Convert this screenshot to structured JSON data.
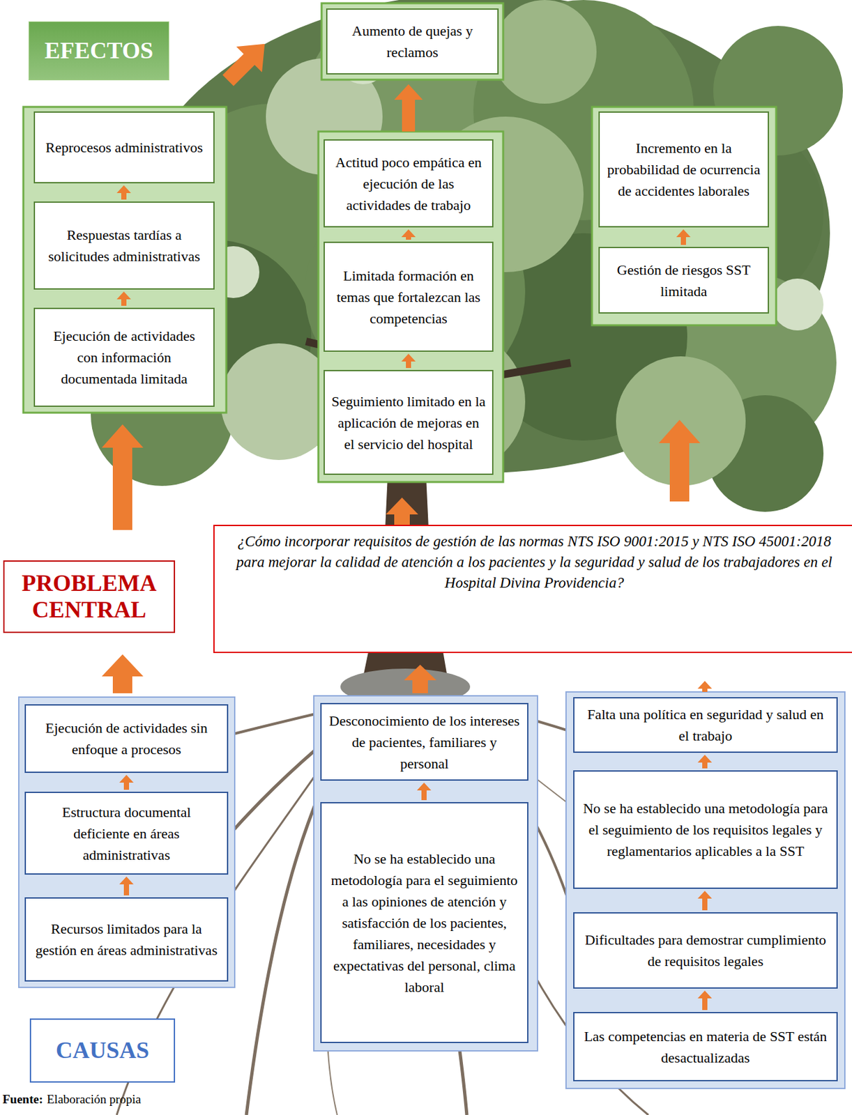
{
  "diagram": {
    "nodes": [
      {
        "text": [
          "EFECTOS"
        ]
      },
      {
        "text": [
          "Aumento de quejas y reclamos"
        ]
      },
      {
        "text": [
          "Reprocesos administrativos"
        ]
      },
      {
        "text": [
          "Respuestas tardías a solicitudes administrativas"
        ]
      },
      {
        "text": [
          "Ejecución de actividades con información documentada limitada"
        ]
      },
      {
        "text": [
          "Actitud poco empática en ejecución de las actividades de trabajo"
        ]
      },
      {
        "text": [
          "Limitada formación en temas que fortalezcan las competencias"
        ]
      },
      {
        "text": [
          "Seguimiento limitado en la aplicación de mejoras en el servicio del hospital"
        ]
      },
      {
        "text": [
          "Incremento en la probabilidad de ocurrencia de accidentes laborales"
        ]
      },
      {
        "text": [
          "Gestión de riesgos SST limitada"
        ]
      },
      {
        "text": [
          "PROBLEMA CENTRAL"
        ]
      },
      {
        "text": [
          "¿Cómo incorporar requisitos de gestión de las normas NTS ISO 9001:2015 y NTS ISO 45001:2018 para mejorar la calidad de atención a los pacientes y la seguridad y salud de los trabajadores en el Hospital Divina Providencia?"
        ]
      },
      {
        "text": [
          "Ejecución de actividades sin enfoque a procesos"
        ]
      },
      {
        "text": [
          "Estructura documental deficiente en áreas administrativas"
        ]
      },
      {
        "text": [
          "Recursos limitados para la gestión en áreas administrativas"
        ]
      },
      {
        "text": [
          "Desconocimiento de los intereses de pacientes, familiares y personal"
        ]
      },
      {
        "text": [
          "No se ha establecido una metodología para el seguimiento a las opiniones de atención y satisfacción de los pacientes, familiares, necesidades y expectativas del personal, clima laboral"
        ]
      },
      {
        "text": [
          "Falta una política en seguridad y salud en el trabajo"
        ]
      },
      {
        "text": [
          "No se ha establecido una metodología para el seguimiento de los requisitos legales y reglamentarios aplicables a la SST"
        ]
      },
      {
        "text": [
          "Dificultades para demostrar cumplimiento de requisitos legales"
        ]
      },
      {
        "text": [
          "Las competencias en materia de SST están desactualizadas"
        ]
      },
      {
        "text": [
          "CAUSAS"
        ]
      }
    ],
    "edges": [
      {
        "from": 3,
        "to": 2,
        "arrow": "to"
      },
      {
        "from": 4,
        "to": 3,
        "arrow": "to"
      },
      {
        "from": 7,
        "to": 6,
        "arrow": "to"
      },
      {
        "from": 6,
        "to": 5,
        "arrow": "to"
      },
      {
        "from": 5,
        "to": 1,
        "arrow": "to"
      },
      {
        "from": 9,
        "to": 8,
        "arrow": "to"
      },
      {
        "from": 10,
        "to": 4,
        "arrow": "to"
      },
      {
        "from": 11,
        "to": 7,
        "arrow": "to"
      },
      {
        "from": 11,
        "to": 9,
        "arrow": "to"
      },
      {
        "from": 14,
        "to": 13,
        "arrow": "to"
      },
      {
        "from": 13,
        "to": 12,
        "arrow": "to"
      },
      {
        "from": 12,
        "to": 10,
        "arrow": "to"
      },
      {
        "from": 16,
        "to": 15,
        "arrow": "to"
      },
      {
        "from": 15,
        "to": 11,
        "arrow": "to"
      },
      {
        "from": 20,
        "to": 19,
        "arrow": "to"
      },
      {
        "from": 19,
        "to": 18,
        "arrow": "to"
      },
      {
        "from": 18,
        "to": 17,
        "arrow": "to"
      },
      {
        "from": 17,
        "to": 11,
        "arrow": "to"
      }
    ],
    "labels": [
      "Fuente:",
      "Elaboración propia"
    ]
  }
}
